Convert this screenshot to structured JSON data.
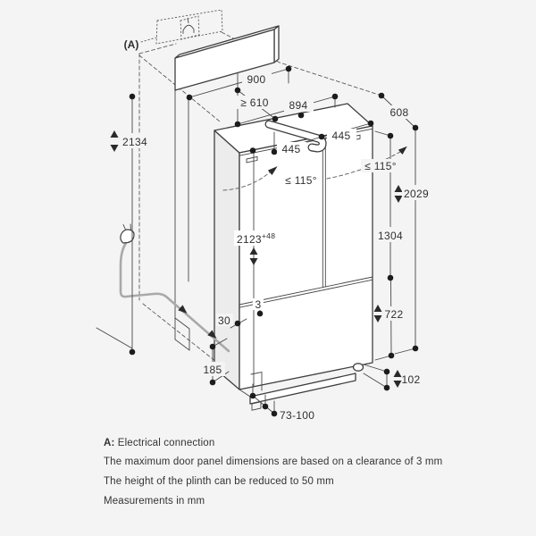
{
  "marker": "(A)",
  "dims": {
    "niche_width": "900",
    "niche_depth": "≥ 610",
    "appliance_width": "894",
    "appliance_depth": "608",
    "door_left_width": "445",
    "door_right_width": "445",
    "swing_left": "≤ 115°",
    "swing_right": "≤ 115°",
    "niche_height": "2134",
    "appliance_height": "2123",
    "appliance_height_tol": "+48",
    "overall_height": "2029",
    "door_panel_height": "1304",
    "freezer_panel_height": "722",
    "plinth_height": "102",
    "rear_gap": "30",
    "panel_gap": "3",
    "socket_zone_height": "185",
    "plinth_recess_depth": "73-100"
  },
  "icons": {
    "socket": "power-socket-icon",
    "plug": "power-plug-icon"
  },
  "notes": {
    "a_prefix": "A:",
    "a_text": " Electrical connection",
    "line2": "The maximum door panel dimensions are based on a clearance of 3 mm",
    "line3": "The height of the plinth can be reduced to 50 mm",
    "line4": "Measurements in mm"
  },
  "colors": {
    "background": "#f4f4f4",
    "line": "#3f3f3f",
    "cable": "#a9a9a9",
    "face": "#ffffff",
    "side_face": "#ececec",
    "text": "#2f2f2f"
  }
}
